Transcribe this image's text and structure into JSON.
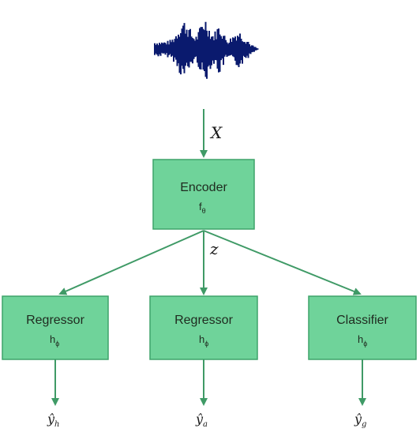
{
  "input": {
    "signal_icon": "audio-waveform-icon",
    "label": "X"
  },
  "encoder": {
    "title": "Encoder",
    "fn": "f",
    "fn_sub": "θ"
  },
  "latent": {
    "label": "z"
  },
  "heads": [
    {
      "title": "Regressor",
      "fn": "h",
      "fn_sub": "ϕ",
      "output": "ŷ",
      "output_sub": "h"
    },
    {
      "title": "Regressor",
      "fn": "h",
      "fn_sub": "ϕ",
      "output": "ŷ",
      "output_sub": "a"
    },
    {
      "title": "Classifier",
      "fn": "h",
      "fn_sub": "ϕ",
      "output": "ŷ",
      "output_sub": "g"
    }
  ],
  "colors": {
    "box_fill": "#6fd39a",
    "box_stroke": "#3fa36a",
    "arrow": "#3f9a66",
    "waveform": "#0a1a6e"
  }
}
